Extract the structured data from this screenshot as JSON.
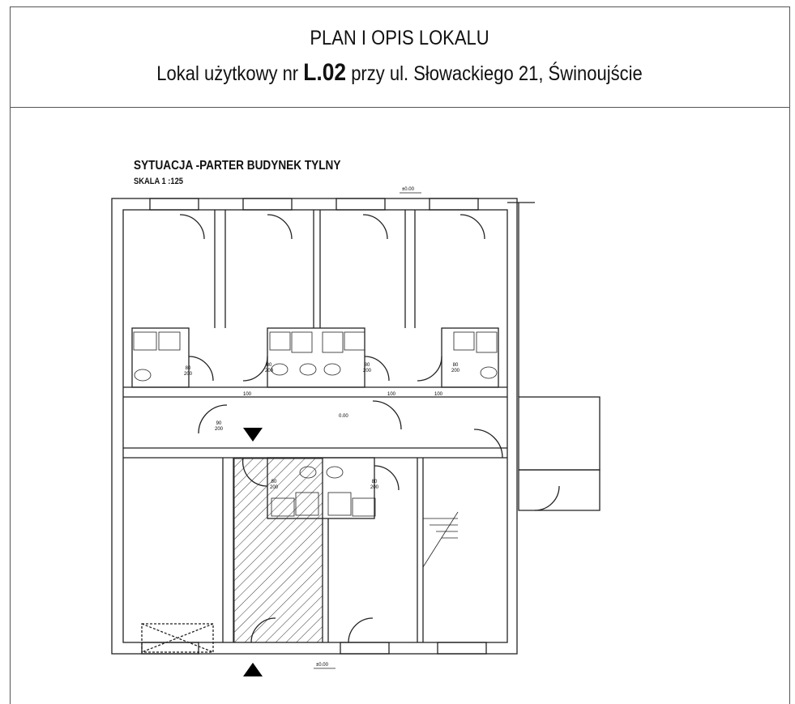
{
  "header": {
    "title": "PLAN I OPIS LOKALU",
    "subtitle_prefix": "Lokal użytkowy nr",
    "unit_number": "L.02",
    "subtitle_suffix": "przy ul. Słowackiego 21, Świnoujście"
  },
  "plan": {
    "heading": "SYTUACJA -PARTER BUDYNEK TYLNY",
    "scale": "SKALA 1 :125",
    "level_top": "±0.00",
    "level_corridor": "0.00",
    "level_bottom": "±0.00",
    "door_80": "80",
    "door_90": "90",
    "door_100": "100",
    "door_height": "200"
  },
  "colors": {
    "lines": "#222222",
    "frame": "#555555"
  }
}
